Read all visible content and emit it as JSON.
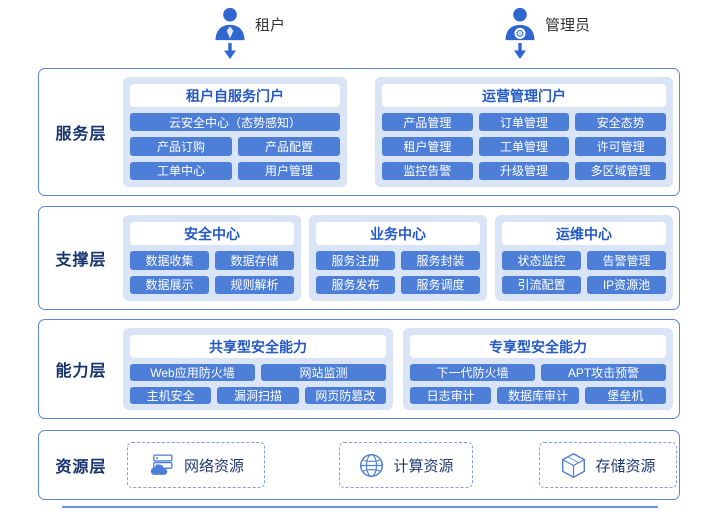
{
  "actors": [
    {
      "label": "租户",
      "icon": "tenant-user-icon"
    },
    {
      "label": "管理员",
      "icon": "admin-user-icon"
    }
  ],
  "layers": [
    {
      "label": "服务层",
      "sections": [
        {
          "title": "租户自服务门户",
          "rows": [
            [
              "云安全中心（态势感知）"
            ],
            [
              "产品订购",
              "产品配置"
            ],
            [
              "工单中心",
              "用户管理"
            ]
          ]
        },
        {
          "title": "运营管理门户",
          "rows": [
            [
              "产品管理",
              "订单管理",
              "安全态势"
            ],
            [
              "租户管理",
              "工单管理",
              "许可管理"
            ],
            [
              "监控告警",
              "升级管理",
              "多区域管理"
            ]
          ]
        }
      ]
    },
    {
      "label": "支撑层",
      "sections": [
        {
          "title": "安全中心",
          "rows": [
            [
              "数据收集",
              "数据存储"
            ],
            [
              "数据展示",
              "规则解析"
            ]
          ]
        },
        {
          "title": "业务中心",
          "rows": [
            [
              "服务注册",
              "服务封装"
            ],
            [
              "服务发布",
              "服务调度"
            ]
          ]
        },
        {
          "title": "运维中心",
          "rows": [
            [
              "状态监控",
              "告警管理"
            ],
            [
              "引流配置",
              "IP资源池"
            ]
          ]
        }
      ]
    },
    {
      "label": "能力层",
      "sections": [
        {
          "title": "共享型安全能力",
          "rows": [
            [
              "Web应用防火墙",
              "网站监测"
            ],
            [
              "主机安全",
              "漏洞扫描",
              "网页防篡改"
            ]
          ]
        },
        {
          "title": "专享型安全能力",
          "rows": [
            [
              "下一代防火墙",
              "APT攻击预警"
            ],
            [
              "日志审计",
              "数据库审计",
              "堡垒机"
            ]
          ]
        }
      ]
    },
    {
      "label": "资源层",
      "resources": [
        {
          "label": "网络资源",
          "icon": "network-resource-icon"
        },
        {
          "label": "计算资源",
          "icon": "compute-resource-icon"
        },
        {
          "label": "存储资源",
          "icon": "storage-resource-icon"
        }
      ]
    }
  ],
  "colors": {
    "chip_blue": "#4d7ed8",
    "panel_blue": "#d9e4f7",
    "header_text_blue": "#2458c5",
    "layer_border_blue": "#5b86d8",
    "layer_label_navy": "#17346f"
  }
}
